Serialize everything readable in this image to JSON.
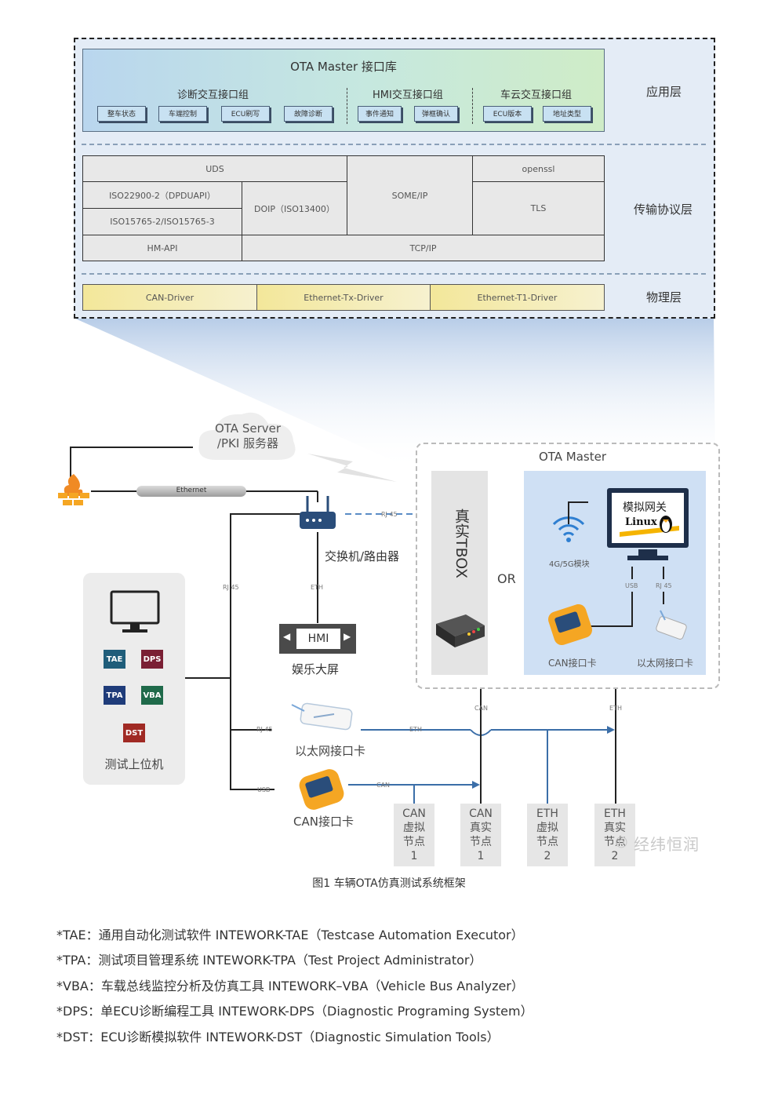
{
  "architecture": {
    "app_library_title": "OTA Master 接口库",
    "groups": [
      {
        "title": "诊断交互接口组",
        "items": [
          "整车状态",
          "车端控制",
          "ECU刷写",
          "故障诊断"
        ]
      },
      {
        "title": "HMI交互接口组",
        "items": [
          "事件通知",
          "弹框确认"
        ]
      },
      {
        "title": "车云交互接口组",
        "items": [
          "ECU版本",
          "地址类型"
        ]
      }
    ],
    "protocols": {
      "uds": "UDS",
      "iso22900": "ISO22900-2（DPDUAPI）",
      "iso15765": "ISO15765-2/ISO15765-3",
      "doip": "DOIP（ISO13400）",
      "someip": "SOME/IP",
      "openssl": "openssl",
      "tls": "TLS",
      "hm_api": "HM-API",
      "tcpip": "TCP/IP"
    },
    "drivers": [
      "CAN-Driver",
      "Ethernet-Tx-Driver",
      "Ethernet-T1-Driver"
    ],
    "layers": [
      "应用层",
      "传输协议层",
      "物理层"
    ]
  },
  "system": {
    "ota_server": [
      "OTA Server",
      "/PKI 服务器"
    ],
    "ethernet_label": "Ethernet",
    "switch_label": "交换机/路由器",
    "hmi_label": "HMI",
    "hmi_caption": "娱乐大屏",
    "pc_caption": "测试上位机",
    "software_logos": [
      "TAE",
      "DPS",
      "TPA",
      "VBA",
      "DST"
    ],
    "ota_master_title": "OTA Master",
    "real_tbox": "真实TBOX",
    "or_label": "OR",
    "sim_gateway": "模拟网关",
    "linux": "Linux",
    "module_4g5g": "4G/5G模块",
    "can_card_inner": "CAN接口卡",
    "eth_card_inner": "以太网接口卡",
    "eth_card": "以太网接口卡",
    "can_card": "CAN接口卡",
    "wire_labels": {
      "rj45_top": "RJ 45",
      "rj45_left": "RJ 45",
      "eth_switch": "ETH",
      "usb_inner": "USB",
      "rj45_inner": "RJ 45",
      "can_master": "CAN",
      "eth_master": "ETH",
      "rj45_card": "RJ 45",
      "eth_card_line": "ETH",
      "usb_card": "USB",
      "can_card_line": "CAN"
    },
    "nodes": [
      {
        "l1": "CAN",
        "l2": "虚拟",
        "l3": "节点",
        "l4": "1"
      },
      {
        "l1": "CAN",
        "l2": "真实",
        "l3": "节点",
        "l4": "1"
      },
      {
        "l1": "ETH",
        "l2": "虚拟",
        "l3": "节点",
        "l4": "2"
      },
      {
        "l1": "ETH",
        "l2": "真实",
        "l3": "节点",
        "l4": "2"
      }
    ],
    "watermark": "经纬恒润",
    "figure_caption": "图1 车辆OTA仿真测试系统框架"
  },
  "legend": [
    "*TAE：通用自动化测试软件 INTEWORK-TAE（Testcase Automation Executor）",
    "*TPA：测试项目管理系统 INTEWORK-TPA（Test Project Administrator）",
    "*VBA：车载总线监控分析及仿真工具 INTEWORK–VBA（Vehicle Bus Analyzer）",
    "*DPS：单ECU诊断编程工具 INTEWORK-DPS（Diagnostic Programing System）",
    "*DST：ECU诊断模拟软件 INTEWORK-DST（Diagnostic Simulation Tools）"
  ],
  "colors": {
    "wire_blue": "#3b6ea8",
    "wire_black": "#222222",
    "panel_blue": "#cfe0f4",
    "can_orange": "#f5a623"
  }
}
